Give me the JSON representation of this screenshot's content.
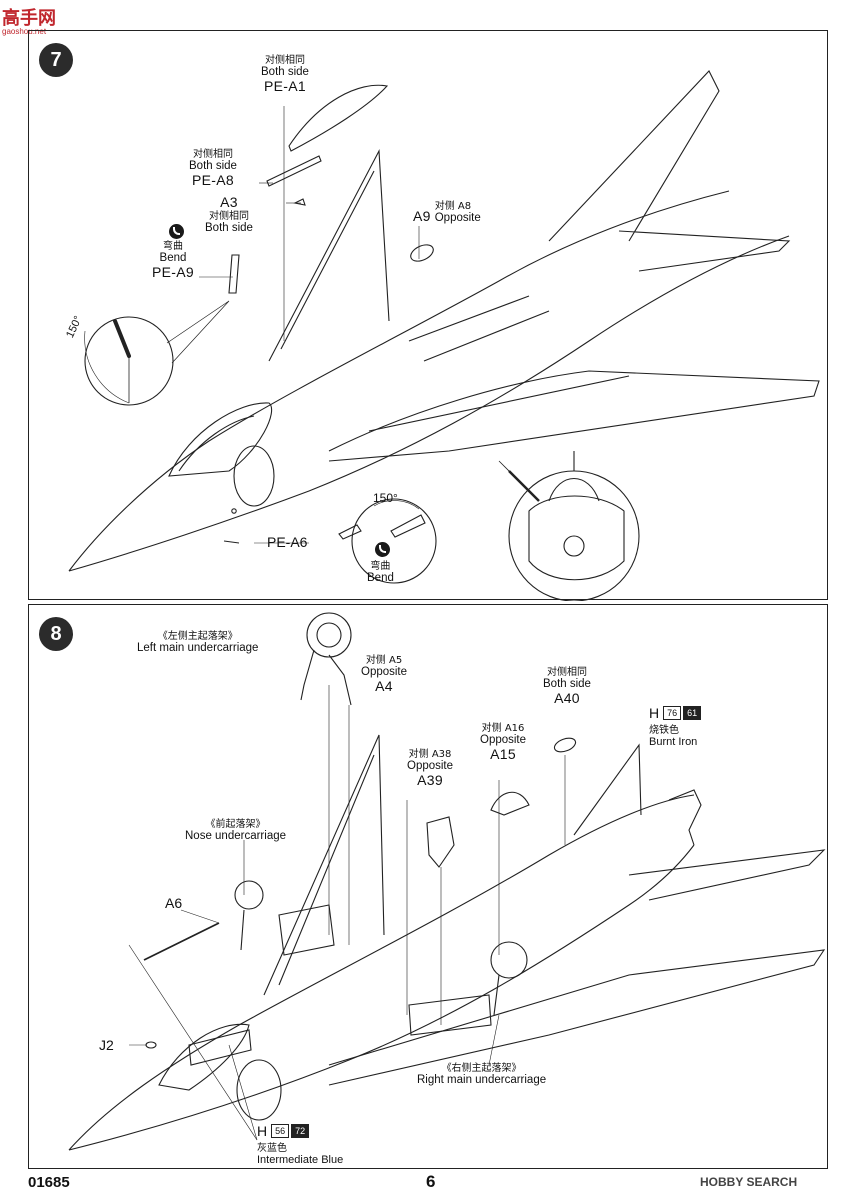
{
  "watermark": {
    "logo_text": "高手网",
    "logo_url_text": "gaoshou.net"
  },
  "step7": {
    "number": "7",
    "pe_a1": {
      "zh": "对侧相同",
      "en": "Both side",
      "part": "PE-A1"
    },
    "pe_a8": {
      "zh": "对侧相同",
      "en": "Both side",
      "part": "PE-A8"
    },
    "a3": {
      "part": "A3",
      "zh": "对侧相同",
      "en": "Both side"
    },
    "a9": {
      "part": "A9",
      "zh": "对侧 A8",
      "en": "Opposite"
    },
    "pe_a9": {
      "zh": "弯曲",
      "en": "Bend",
      "part": "PE-A9"
    },
    "pe_a6": {
      "part": "PE-A6"
    },
    "angle_left": "150°",
    "angle_bottom": "150°",
    "bend_bottom": {
      "zh": "弯曲",
      "en": "Bend"
    }
  },
  "step8": {
    "number": "8",
    "left_main": {
      "zh": "《左侧主起落架》",
      "en": "Left main undercarriage"
    },
    "a4": {
      "zh": "对侧 A5",
      "en": "Opposite",
      "part": "A4"
    },
    "a40": {
      "zh": "对侧相同",
      "en": "Both side",
      "part": "A40"
    },
    "a15": {
      "zh": "对侧 A16",
      "en": "Opposite",
      "part": "A15"
    },
    "a39": {
      "zh": "对侧 A38",
      "en": "Opposite",
      "part": "A39"
    },
    "nose": {
      "zh": "《前起落架》",
      "en": "Nose undercarriage"
    },
    "a6": {
      "part": "A6"
    },
    "j2": {
      "part": "J2"
    },
    "right_main": {
      "zh": "《右侧主起落架》",
      "en": "Right main undercarriage"
    },
    "paint_burnt_iron": {
      "letter": "H",
      "code1": "76",
      "code2": "61",
      "zh": "烧铁色",
      "en": "Burnt Iron"
    },
    "paint_int_blue": {
      "letter": "H",
      "code1": "56",
      "code2": "72",
      "zh": "灰蓝色",
      "en": "Intermediate Blue"
    }
  },
  "footer": {
    "code": "01685",
    "page": "6",
    "brand": "HOBBY SEARCH"
  },
  "colors": {
    "line": "#222222",
    "badge": "#2b2b2b",
    "watermark": "#c0262d"
  }
}
